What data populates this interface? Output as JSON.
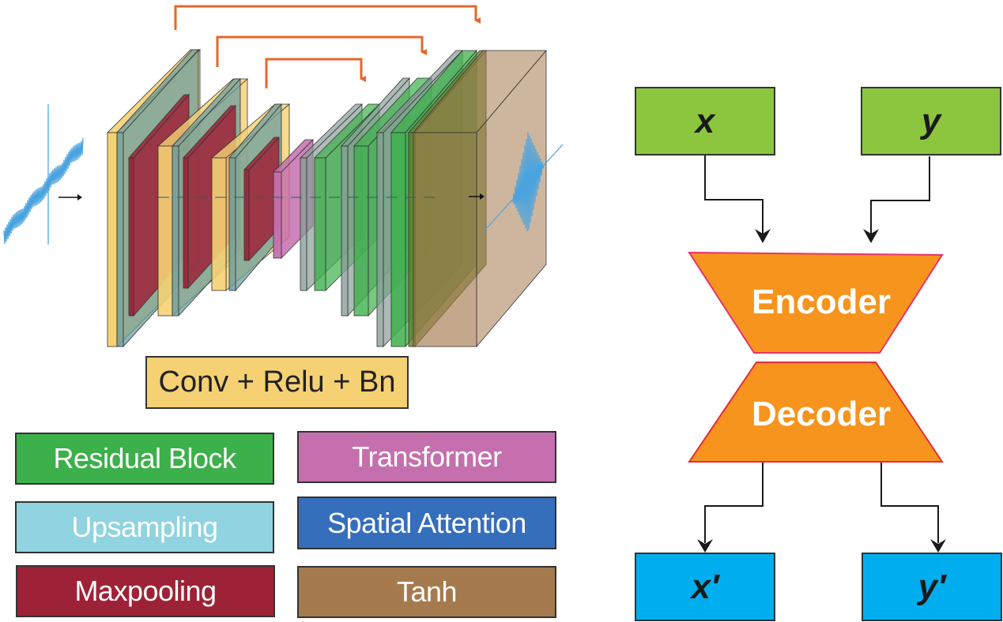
{
  "colors": {
    "conv": "#f5d174",
    "residual": "#3cb04a",
    "upsampling": "#8fd4e0",
    "maxpooling": "#9e2237",
    "transformer": "#c56fae",
    "spatial_attention": "#356ebb",
    "tanh": "#a57a4e",
    "skip_arrow": "#e5672a",
    "signal": "#4aa3df",
    "input_box": "#8cc63f",
    "output_box": "#00aeef",
    "coder": "#f7941d",
    "coder_border": "#e8336d"
  },
  "network": {
    "input_signal_icon": "noisy-waveform",
    "output_signal_icon": "clean-waveform",
    "skip_connections": 3,
    "conv_label": "Conv + Relu + Bn"
  },
  "legend": [
    {
      "key": "residual",
      "label": "Residual Block"
    },
    {
      "key": "transformer",
      "label": "Transformer"
    },
    {
      "key": "upsampling",
      "label": "Upsampling"
    },
    {
      "key": "spatial_attention",
      "label": "Spatial Attention"
    },
    {
      "key": "maxpooling",
      "label": "Maxpooling"
    },
    {
      "key": "tanh",
      "label": "Tanh"
    }
  ],
  "autoencoder": {
    "inputs": [
      {
        "label": "x"
      },
      {
        "label": "y"
      }
    ],
    "encoder_label": "Encoder",
    "decoder_label": "Decoder",
    "outputs": [
      {
        "label": "x′"
      },
      {
        "label": "y′"
      }
    ]
  }
}
